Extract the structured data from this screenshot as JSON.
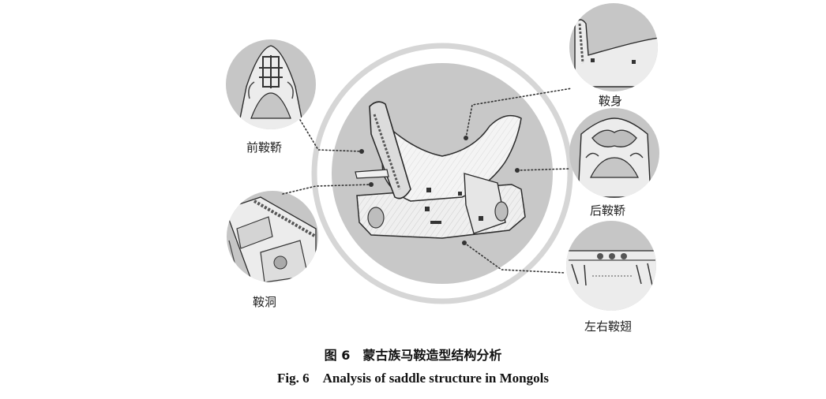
{
  "labels": {
    "front_pommel": "前鞍鞒",
    "saddle_body": "鞍身",
    "rear_cantle": "后鞍鞒",
    "saddle_hole": "鞍洞",
    "side_flaps": "左右鞍翅"
  },
  "caption": {
    "cn": "图 6　蒙古族马鞍造型结构分析",
    "en": "Fig. 6　Analysis of saddle structure in Mongols"
  }
}
